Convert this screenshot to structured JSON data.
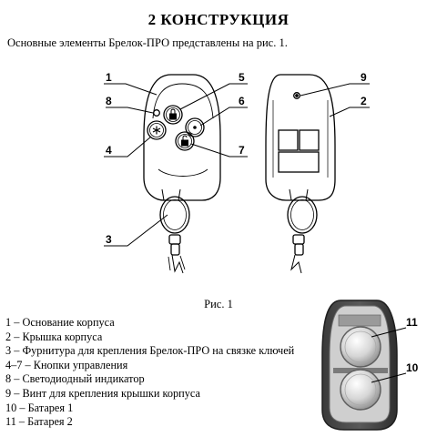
{
  "heading": "2  КОНСТРУКЦИЯ",
  "intro": "Основные элементы Брелок-ПРО представлены на рис. 1.",
  "figure_caption": "Рис. 1",
  "diagram_callouts": {
    "c1": "1",
    "c2": "2",
    "c3": "3",
    "c4": "4",
    "c5": "5",
    "c6": "6",
    "c7": "7",
    "c8": "8",
    "c9": "9"
  },
  "photo_callouts": {
    "c10": "10",
    "c11": "11"
  },
  "legend": [
    "1 – Основание корпуса",
    "2 – Крышка корпуса",
    "3 – Фурнитура для крепления Брелок-ПРО на связке ключей",
    "4–7 – Кнопки управления",
    "8 – Светодиодный индикатор",
    "9 – Винт для крепления крышки корпуса",
    "10 – Батарея 1",
    "11 – Батарея 2"
  ],
  "icons": {
    "b5": "lock-closed-icon",
    "b4": "asterisk-icon",
    "b6": "dot-icon",
    "b7": "lock-open-icon"
  }
}
